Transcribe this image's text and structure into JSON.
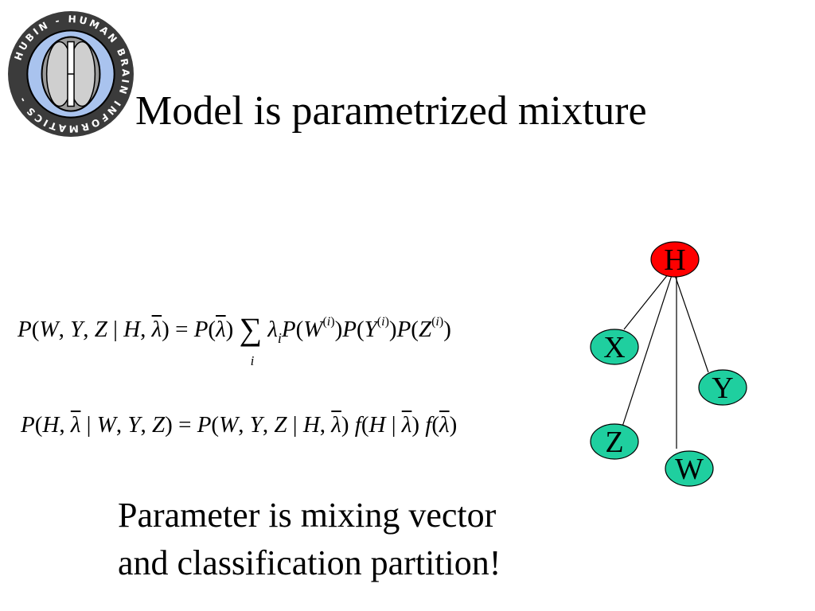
{
  "logo": {
    "ring_text": "HUBIN - HUMAN BRAIN INFORMATICS -",
    "ring_color": "#3b3b3b",
    "inner_color": "#a9c3ee"
  },
  "title": "Model is parametrized mixture",
  "equations": {
    "eq1": {
      "lhs": "P(W,Y,Z | H,λ)",
      "eq": "=",
      "rhs_a": "P(λ)",
      "sum": "∑",
      "sum_index": "i",
      "rhs_b": "λiP(W(i))P(Y(i))P(Z(i))"
    },
    "eq2": {
      "lhs": "P(H,λ | W,Y,Z)",
      "eq": "=",
      "rhs": "P(W,Y,Z | H,λ)f(H | λ)f(λ)"
    }
  },
  "graph": {
    "nodes": [
      {
        "id": "H",
        "label": "H",
        "color": "#ff0000"
      },
      {
        "id": "X",
        "label": "X",
        "color": "#1fcf9f"
      },
      {
        "id": "Y",
        "label": "Y",
        "color": "#1fcf9f"
      },
      {
        "id": "Z",
        "label": "Z",
        "color": "#1fcf9f"
      },
      {
        "id": "W",
        "label": "W",
        "color": "#1fcf9f"
      }
    ]
  },
  "caption": {
    "line1": "Parameter is mixing vector",
    "line2": "and classification partition!"
  }
}
